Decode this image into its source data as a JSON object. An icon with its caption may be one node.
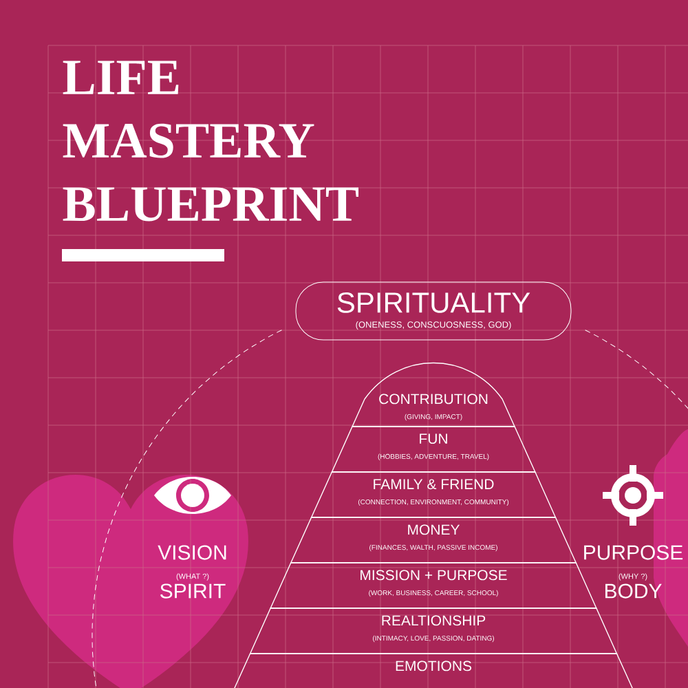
{
  "diagram": {
    "title": "LIFE MASTERY BLUEPRINT",
    "nodes": [
      {
        "text": [
          "SPIRITUALITY",
          "(ONENESS, CONSCUOSNESS, GOD)"
        ]
      },
      {
        "text": [
          "CONTRIBUTION",
          "(GIVING, IMPACT)"
        ]
      },
      {
        "text": [
          "FUN",
          "(HOBBIES, ADVENTURE, TRAVEL)"
        ]
      },
      {
        "text": [
          "FAMILY & FRIEND",
          "(CONNECTION, ENVIRONMENT, COMMUNITY)"
        ]
      },
      {
        "text": [
          "MONEY",
          "(FINANCES, WALTH, PASSIVE INCOME)"
        ]
      },
      {
        "text": [
          "MISSION + PURPOSE",
          "(WORK, BUSINESS, CAREER, SCHOOL)"
        ]
      },
      {
        "text": [
          "REALTIONSHIP",
          "(INTIMACY, LOVE, PASSION, DATING)"
        ]
      },
      {
        "text": [
          "EMOTIONS"
        ]
      },
      {
        "text": [
          "VISION",
          "(WHAT ?)",
          "SPIRIT"
        ]
      },
      {
        "text": [
          "PURPOSE",
          "(WHY ?)",
          "BODY"
        ]
      }
    ]
  }
}
